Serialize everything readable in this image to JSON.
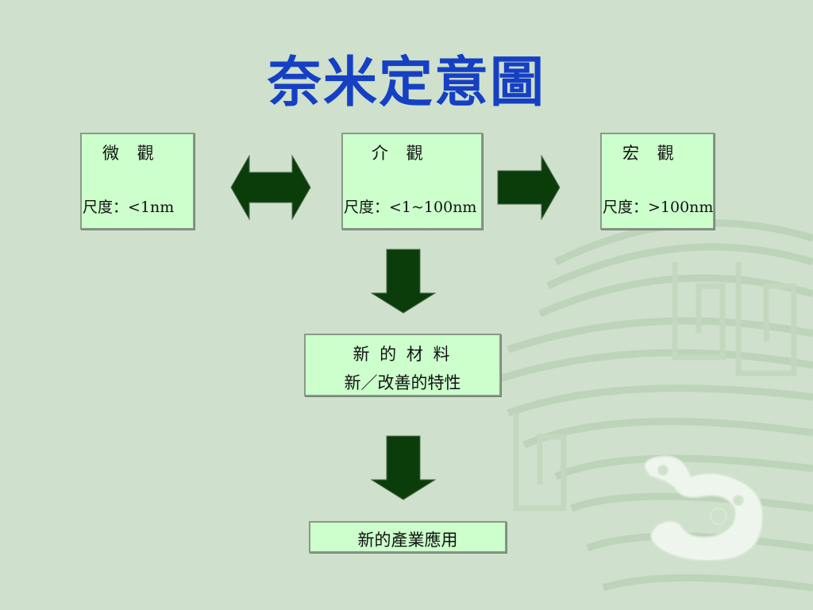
{
  "slide": {
    "title": "奈米定意圖",
    "scales": [
      {
        "name": "微 觀",
        "size": "尺度：<1nm"
      },
      {
        "name": "介 觀",
        "size": "尺度：<1~100nm"
      },
      {
        "name": "宏 觀",
        "size": "尺度：>100nm"
      }
    ],
    "materials": {
      "line1": "新 的 材 料",
      "line2": "新／改善的特性"
    },
    "application": "新的產業應用"
  },
  "colors": {
    "background": "#cfe0cc",
    "title": "#1540c4",
    "box_fill": "#ccffcc",
    "arrow_fill": "#0a3d0a"
  }
}
